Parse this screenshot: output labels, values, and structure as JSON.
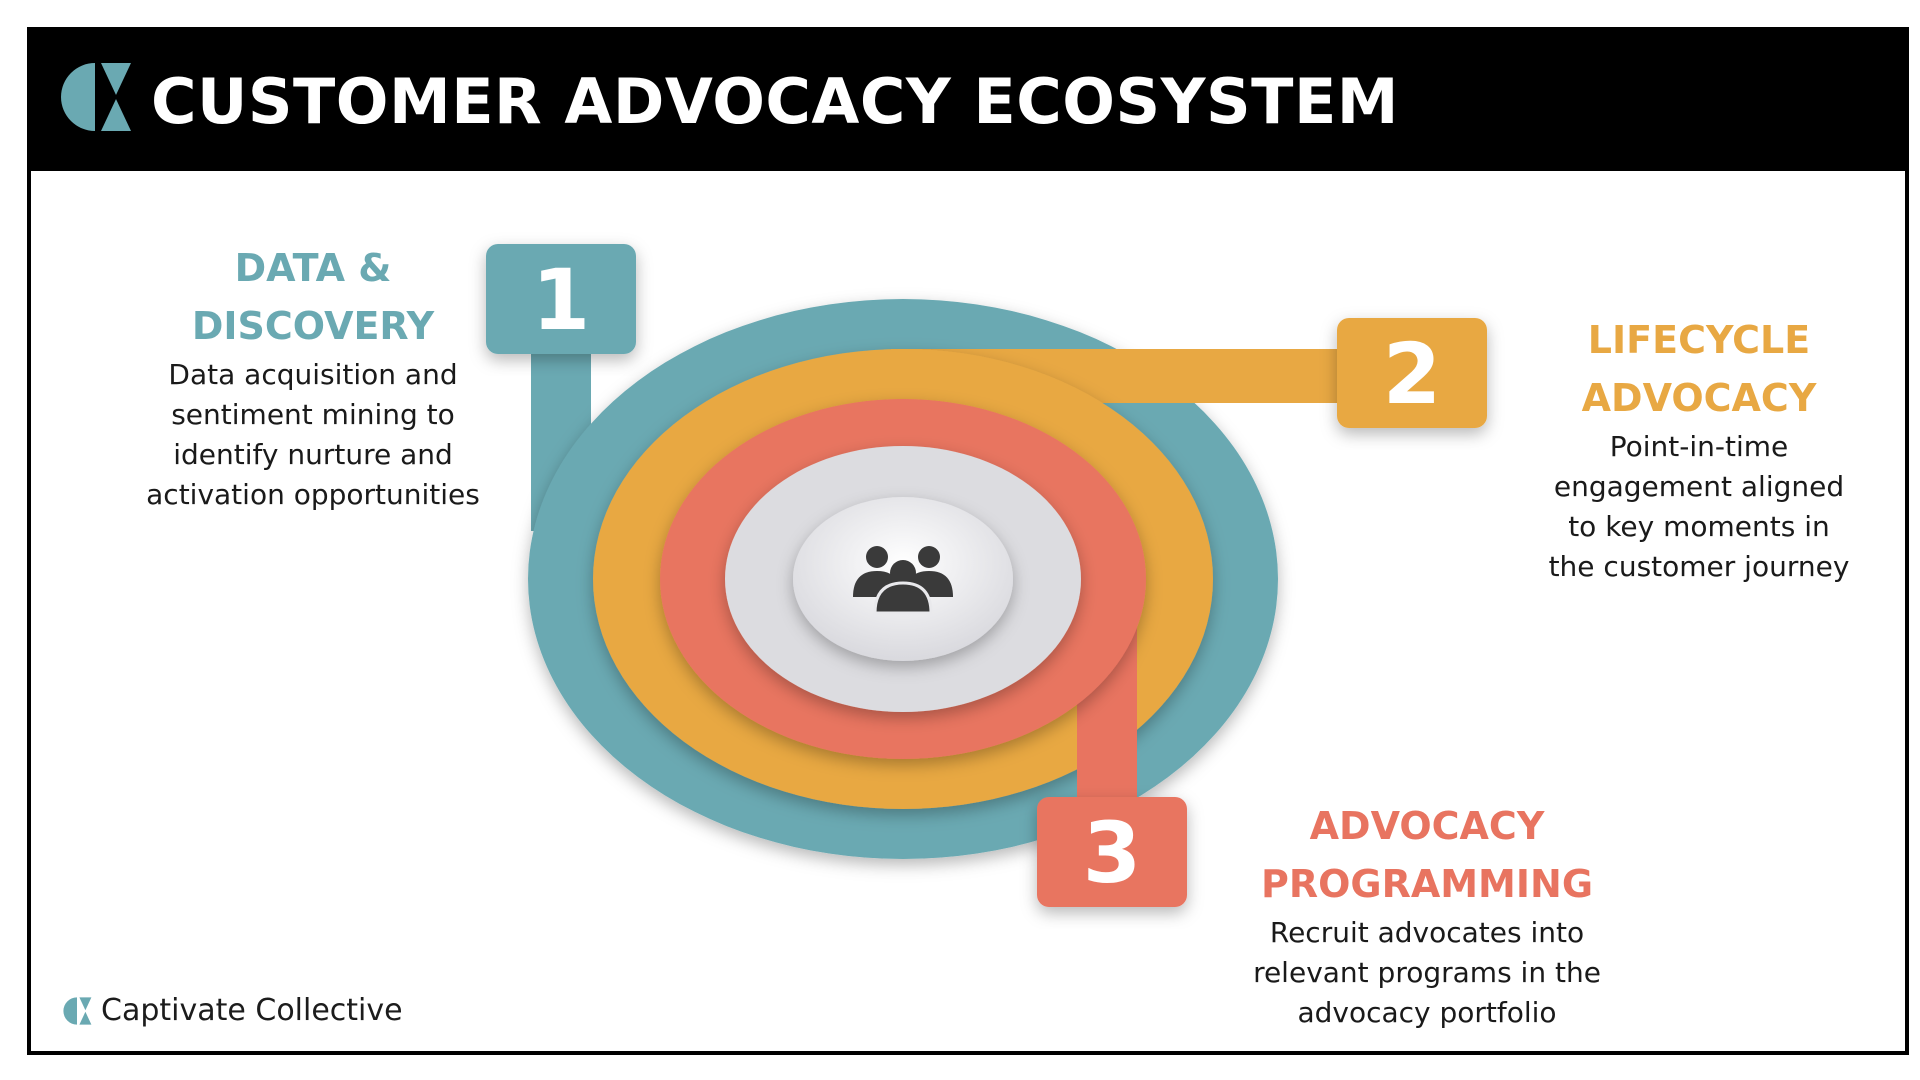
{
  "header": {
    "title": "CUSTOMER ADVOCACY ECOSYSTEM"
  },
  "colors": {
    "teal": "#6aa9b2",
    "orange": "#e8a843",
    "coral": "#e87460",
    "center": "#dcdce0",
    "icon": "#3a3a3a"
  },
  "steps": [
    {
      "number": "1",
      "title_lines": [
        "DATA &",
        "DISCOVERY"
      ],
      "desc_lines": [
        "Data acquisition and",
        "sentiment mining to",
        "identify nurture and",
        "activation opportunities"
      ]
    },
    {
      "number": "2",
      "title_lines": [
        "LIFECYCLE",
        "ADVOCACY"
      ],
      "desc_lines": [
        "Point-in-time",
        "engagement aligned",
        "to key moments in",
        "the customer journey"
      ]
    },
    {
      "number": "3",
      "title_lines": [
        "ADVOCACY",
        "PROGRAMMING"
      ],
      "desc_lines": [
        "Recruit advocates into",
        "relevant  programs in the",
        "advocacy portfolio"
      ]
    }
  ],
  "center_icon": "people-group-icon",
  "footer": {
    "brand_name": "Captivate Collective"
  }
}
